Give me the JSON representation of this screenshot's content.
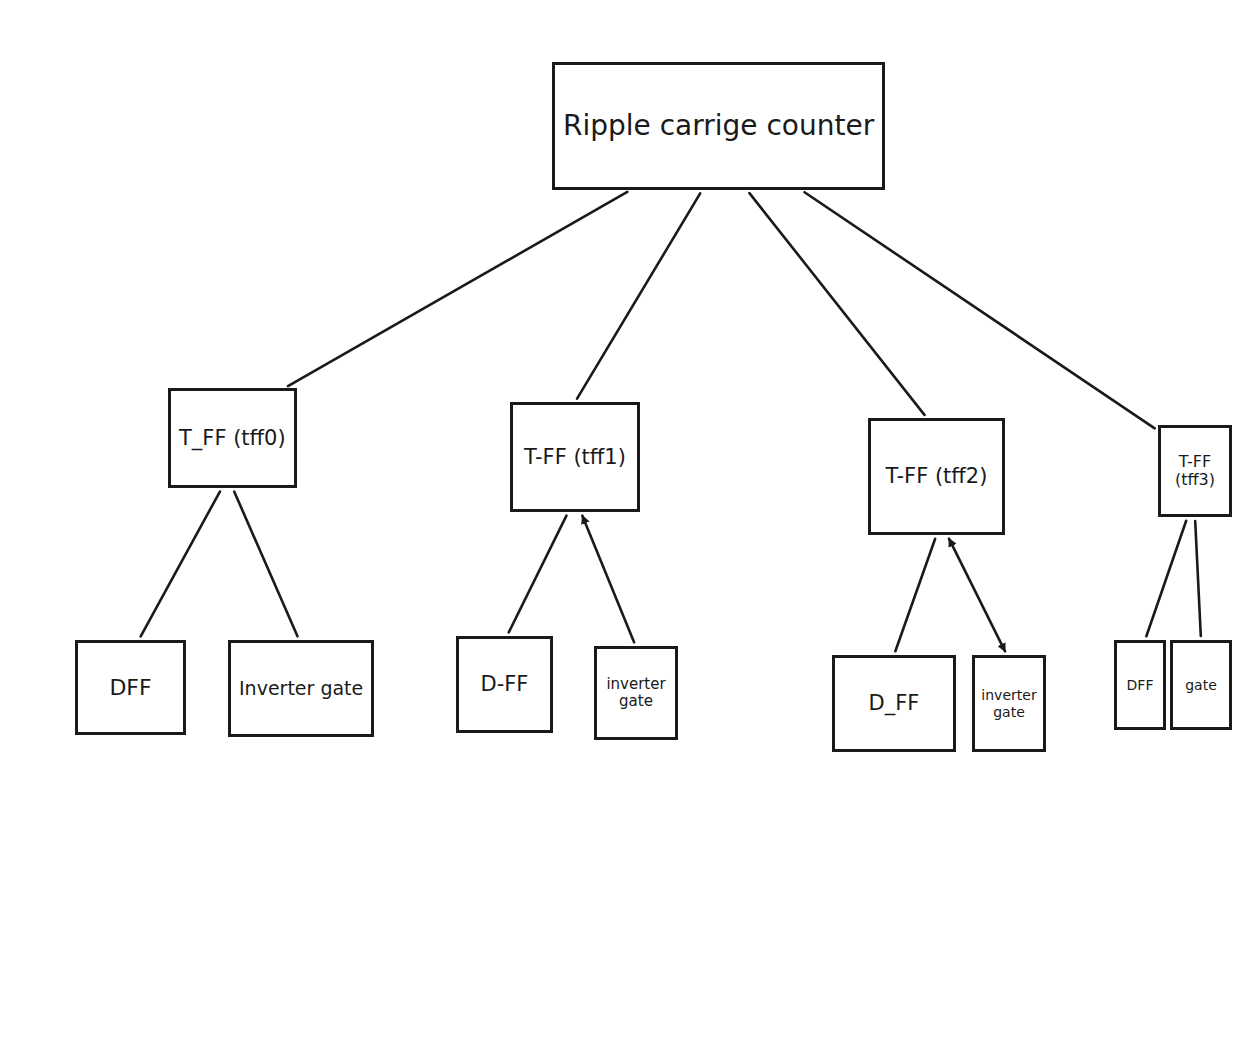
{
  "diagram": {
    "nodes": [
      {
        "text": [
          "Ripple carrige counter"
        ]
      },
      {
        "text": [
          "T_FF (tff0)"
        ]
      },
      {
        "text": [
          "T-FF (tff1)"
        ]
      },
      {
        "text": [
          "T-FF (tff2)"
        ]
      },
      {
        "text": [
          "T-FF (tff3)"
        ]
      },
      {
        "text": [
          "DFF"
        ]
      },
      {
        "text": [
          "Inverter gate"
        ]
      },
      {
        "text": [
          "D-FF"
        ]
      },
      {
        "text": [
          "inverter gate"
        ]
      },
      {
        "text": [
          "D_FF"
        ]
      },
      {
        "text": [
          "inverter gate"
        ]
      },
      {
        "text": [
          "DFF"
        ]
      },
      {
        "text": [
          "gate"
        ]
      }
    ],
    "edges": [
      {
        "from": 0,
        "to": 1,
        "arrow": "none"
      },
      {
        "from": 0,
        "to": 2,
        "arrow": "none"
      },
      {
        "from": 0,
        "to": 3,
        "arrow": "none"
      },
      {
        "from": 0,
        "to": 4,
        "arrow": "none"
      },
      {
        "from": 1,
        "to": 5,
        "arrow": "none"
      },
      {
        "from": 1,
        "to": 6,
        "arrow": "none"
      },
      {
        "from": 2,
        "to": 7,
        "arrow": "none"
      },
      {
        "from": 8,
        "to": 2,
        "arrow": "to"
      },
      {
        "from": 3,
        "to": 9,
        "arrow": "none"
      },
      {
        "from": 3,
        "to": 10,
        "arrow": "both"
      },
      {
        "from": 4,
        "to": 11,
        "arrow": "none"
      },
      {
        "from": 4,
        "to": 12,
        "arrow": "none"
      }
    ]
  }
}
